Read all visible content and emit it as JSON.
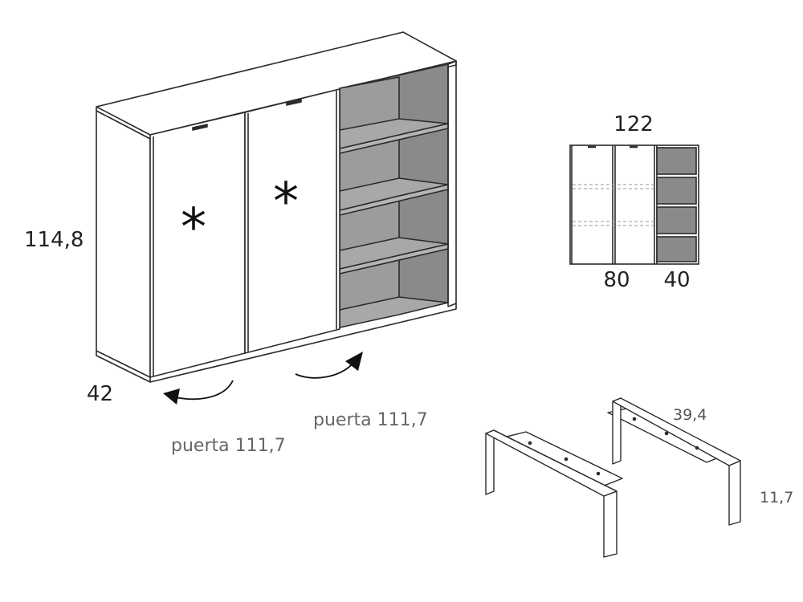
{
  "cabinet": {
    "height_label": "114,8",
    "depth_label": "42",
    "door_marks": [
      "*",
      "*"
    ],
    "door_labels": [
      "puerta 111,7",
      "puerta 111,7"
    ]
  },
  "front_view": {
    "width_label": "122",
    "section_labels": [
      "80",
      "40"
    ]
  },
  "legs": {
    "length_label": "39,4",
    "height_label": "11,7"
  },
  "colors": {
    "line": "#2b2b2b",
    "shelf_back": "#8a8a8a",
    "shelf_inner": "#a0a0a0",
    "text": "#222222",
    "label_gray": "#666666"
  }
}
